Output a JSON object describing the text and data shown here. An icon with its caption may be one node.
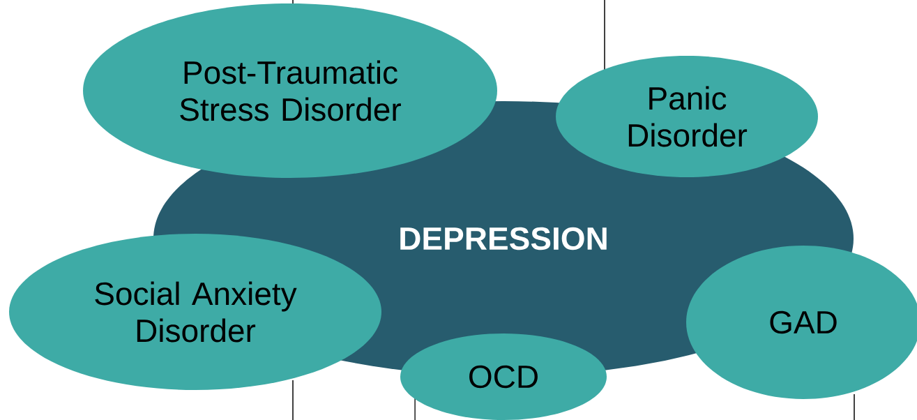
{
  "diagram": {
    "nodes": [
      {
        "text": [
          "Post-Traumatic Stress Disorder"
        ]
      },
      {
        "text": [
          "Panic Disorder"
        ]
      },
      {
        "text": [
          "DEPRESSION"
        ]
      },
      {
        "text": [
          "Social Anxiety Disorder"
        ]
      },
      {
        "text": [
          "GAD"
        ]
      },
      {
        "text": [
          "OCD"
        ]
      }
    ]
  }
}
